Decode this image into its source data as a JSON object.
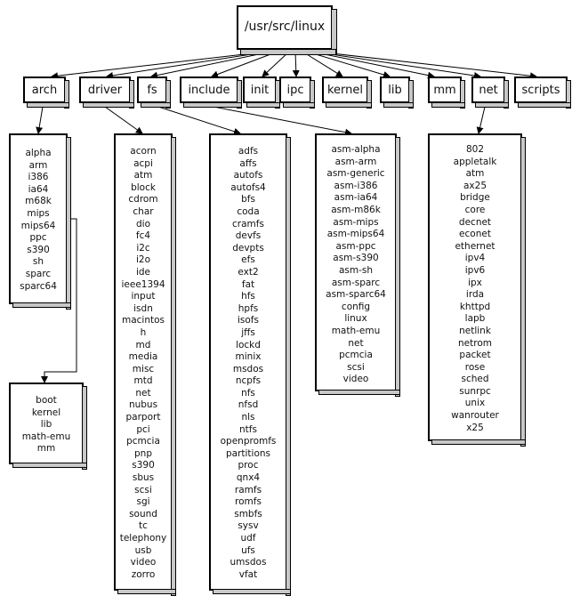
{
  "root": {
    "label": "/usr/src/linux"
  },
  "top_dirs": [
    {
      "label": "arch"
    },
    {
      "label": "driver"
    },
    {
      "label": "fs"
    },
    {
      "label": "include"
    },
    {
      "label": "init"
    },
    {
      "label": "ipc"
    },
    {
      "label": "kernel"
    },
    {
      "label": "lib"
    },
    {
      "label": "mm"
    },
    {
      "label": "net"
    },
    {
      "label": "scripts"
    }
  ],
  "lists": {
    "arch": [
      "alpha",
      "arm",
      "i386",
      "ia64",
      "m68k",
      "mips",
      "mips64",
      "ppc",
      "s390",
      "sh",
      "sparc",
      "sparc64"
    ],
    "arch_sub": [
      "boot",
      "kernel",
      "lib",
      "math-emu",
      "mm"
    ],
    "driver": [
      "acorn",
      "acpi",
      "atm",
      "block",
      "cdrom",
      "char",
      "dio",
      "fc4",
      "i2c",
      "i2o",
      "ide",
      "ieee1394",
      "input",
      "isdn",
      "macintos",
      "h",
      "md",
      "media",
      "misc",
      "mtd",
      "net",
      "nubus",
      "parport",
      "pci",
      "pcmcia",
      "pnp",
      "s390",
      "sbus",
      "scsi",
      "sgi",
      "sound",
      "tc",
      "telephony",
      "usb",
      "video",
      "zorro"
    ],
    "fs": [
      "adfs",
      "affs",
      "autofs",
      "autofs4",
      "bfs",
      "coda",
      "cramfs",
      "devfs",
      "devpts",
      "efs",
      "ext2",
      "fat",
      "hfs",
      "hpfs",
      "isofs",
      "jffs",
      "lockd",
      "minix",
      "msdos",
      "ncpfs",
      "nfs",
      "nfsd",
      "nls",
      "ntfs",
      "openpromfs",
      "partitions",
      "proc",
      "qnx4",
      "ramfs",
      "romfs",
      "smbfs",
      "sysv",
      "udf",
      "ufs",
      "umsdos",
      "vfat"
    ],
    "include": [
      "asm-alpha",
      "asm-arm",
      "asm-generic",
      "asm-i386",
      "asm-ia64",
      "asm-m86k",
      "asm-mips",
      "asm-mips64",
      "asm-ppc",
      "asm-s390",
      "asm-sh",
      "asm-sparc",
      "asm-sparc64",
      "config",
      "linux",
      "math-emu",
      "net",
      "pcmcia",
      "scsi",
      "video"
    ],
    "net": [
      "802",
      "appletalk",
      "atm",
      "ax25",
      "bridge",
      "core",
      "decnet",
      "econet",
      "ethernet",
      "ipv4",
      "ipv6",
      "ipx",
      "irda",
      "khttpd",
      "lapb",
      "netlink",
      "netrom",
      "packet",
      "rose",
      "sched",
      "sunrpc",
      "unix",
      "wanrouter",
      "x25"
    ]
  }
}
